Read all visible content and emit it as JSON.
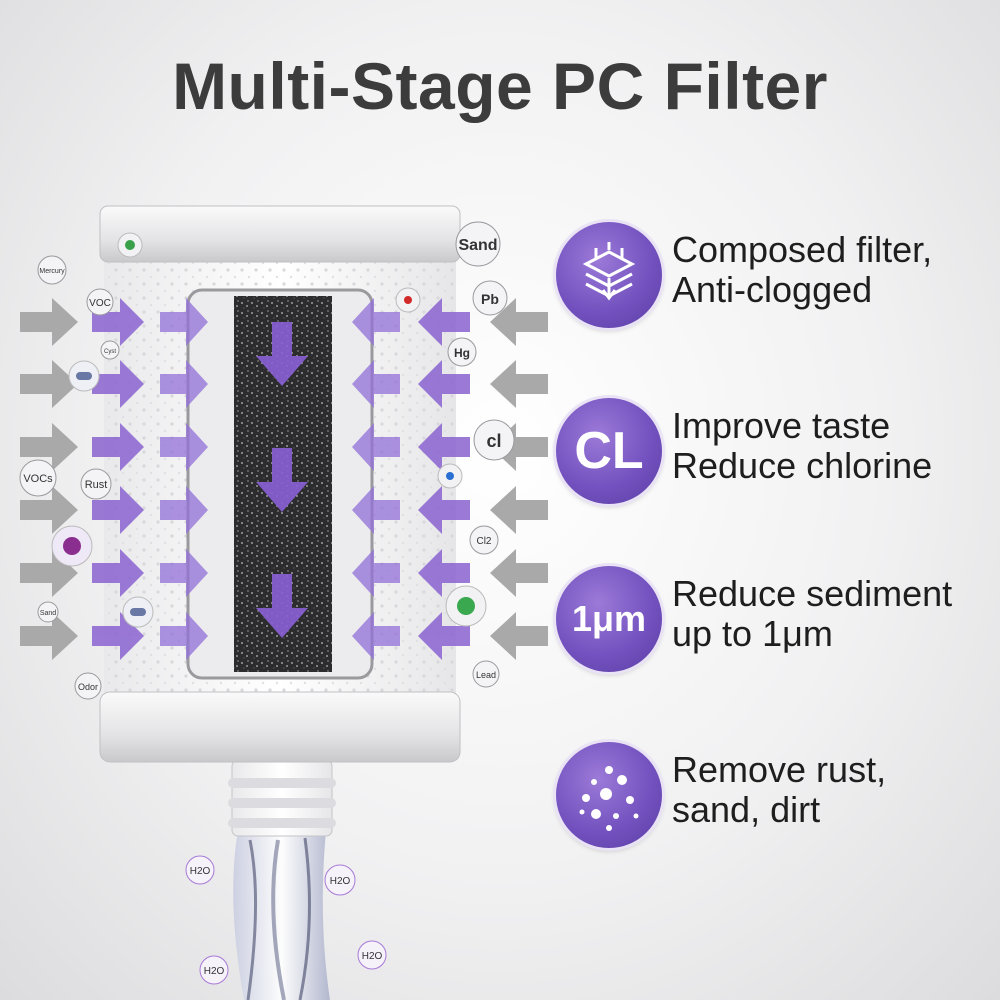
{
  "title": "Multi-Stage PC Filter",
  "colors": {
    "purple": "#7453c0",
    "arrow_grey": "#a9a9a9",
    "text_dark": "#1e1e1e"
  },
  "contaminants": {
    "mercury": "Mercury",
    "voc": "VOC",
    "cyst": "Cyst",
    "vocs": "VOCs",
    "rust": "Rust",
    "sand_small": "Sand",
    "odor": "Odor",
    "sand": "Sand",
    "pb": "Pb",
    "hg": "Hg",
    "cl": "cl",
    "cl2": "Cl2",
    "lead": "Lead"
  },
  "water_labels": [
    "H2O",
    "H2O",
    "H2O",
    "H2O"
  ],
  "features": [
    {
      "icon": "layers-filter-icon",
      "badge": "",
      "line1": "Composed filter,",
      "line2": "Anti-clogged"
    },
    {
      "icon": "chlorine-icon",
      "badge": "CL",
      "line1": "Improve taste",
      "line2": "Reduce chlorine"
    },
    {
      "icon": "micron-icon",
      "badge": "1μm",
      "line1": "Reduce sediment",
      "line2": "up to 1μm"
    },
    {
      "icon": "particles-icon",
      "badge": "",
      "line1": "Remove rust,",
      "line2": "sand, dirt"
    }
  ]
}
